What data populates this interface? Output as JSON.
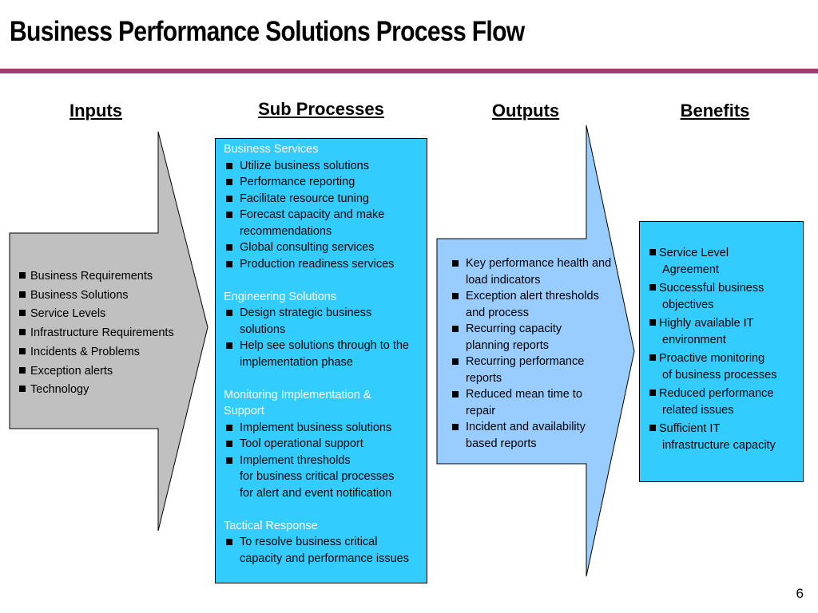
{
  "title": "Business Performance Solutions Process Flow",
  "headers": {
    "inputs": "Inputs",
    "sub_processes": "Sub Processes",
    "outputs": "Outputs",
    "benefits": "Benefits"
  },
  "inputs": [
    "Business Requirements",
    "Business Solutions",
    "Service Levels",
    "Infrastructure Requirements",
    "Incidents & Problems",
    "Exception alerts",
    "Technology"
  ],
  "sub_processes": [
    {
      "title": "Business Services",
      "items": [
        "Utilize business solutions",
        "Performance reporting",
        "Facilitate resource tuning",
        "Forecast capacity and make recommendations",
        "Global consulting services",
        "Production readiness services"
      ]
    },
    {
      "title": "Engineering Solutions",
      "items": [
        "Design strategic business solutions",
        "Help see solutions through to the implementation phase"
      ]
    },
    {
      "title": "Monitoring Implementation & Support",
      "items": [
        "Implement business solutions",
        "Tool operational support",
        "Implement thresholds",
        "for business critical processes",
        "for alert and event notification"
      ]
    },
    {
      "title": "Tactical Response",
      "items": [
        "To resolve business critical capacity and performance issues"
      ]
    }
  ],
  "outputs": [
    "Key performance health and load indicators",
    "Exception alert thresholds and process",
    "Recurring capacity planning reports",
    "Recurring performance reports",
    "Reduced mean time to repair",
    "Incident and availability based reports"
  ],
  "benefits": [
    {
      "line1": "Service Level",
      "line2": "Agreement"
    },
    {
      "line1": "Successful business",
      "line2": "objectives"
    },
    {
      "line1": "Highly available IT",
      "line2": "environment"
    },
    {
      "line1": "Proactive monitoring",
      "line2": "of business processes"
    },
    {
      "line1": "Reduced performance",
      "line2": "related issues"
    },
    {
      "line1": "Sufficient IT",
      "line2": "infrastructure capacity"
    }
  ],
  "page_number": "6",
  "colors": {
    "rule": "#a03d70",
    "input_arrow": "#c0c0c0",
    "sub_box": "#33ccff",
    "output_arrow": "#99ccff",
    "benefit_box": "#33ccff",
    "section_title": "#ffffff"
  }
}
